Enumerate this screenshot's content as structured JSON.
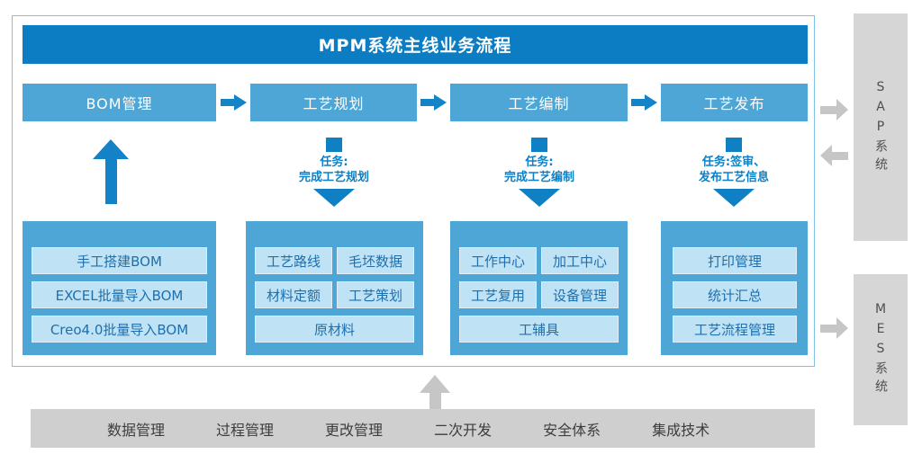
{
  "diagram_title": "MPM系统主线业务流程",
  "flow_boxes": [
    {
      "label": "BOM管理"
    },
    {
      "label": "工艺规划"
    },
    {
      "label": "工艺编制"
    },
    {
      "label": "工艺发布"
    }
  ],
  "tasks": [
    {
      "line1": "任务:",
      "line2": "完成工艺规划"
    },
    {
      "line1": "任务:",
      "line2": "完成工艺编制"
    },
    {
      "line1": "任务:签审、",
      "line2": "发布工艺信息"
    }
  ],
  "groups": [
    {
      "rows": [
        [
          "手工搭建BOM"
        ],
        [
          "EXCEL批量导入BOM"
        ],
        [
          "Creo4.0批量导入BOM"
        ]
      ]
    },
    {
      "rows": [
        [
          "工艺路线",
          "毛坯数据"
        ],
        [
          "材料定额",
          "工艺策划"
        ],
        [
          "原材料"
        ]
      ]
    },
    {
      "rows": [
        [
          "工作中心",
          "加工中心"
        ],
        [
          "工艺复用",
          "设备管理"
        ],
        [
          "工辅具"
        ]
      ]
    },
    {
      "rows": [
        [
          "打印管理"
        ],
        [
          "统计汇总"
        ],
        [
          "工艺流程管理"
        ]
      ]
    }
  ],
  "side_systems": [
    {
      "label": "SAP系统"
    },
    {
      "label": "MES系统"
    }
  ],
  "bottom_bar": {
    "items": [
      "数据管理",
      "过程管理",
      "更改管理",
      "二次开发",
      "安全体系",
      "集成技术"
    ]
  },
  "colors": {
    "title_bar": "#0c7dc3",
    "flow_box": "#4da6d6",
    "sub_box": "#bfe3f5",
    "sub_box_text": "#1e6fae",
    "blue_arrow": "#1484c8",
    "frame_border": "#7fc2e8",
    "side_box": "#d6d6d6",
    "gray_arrow": "#c6c6c6",
    "bottom_bar": "#cfcfcf"
  }
}
